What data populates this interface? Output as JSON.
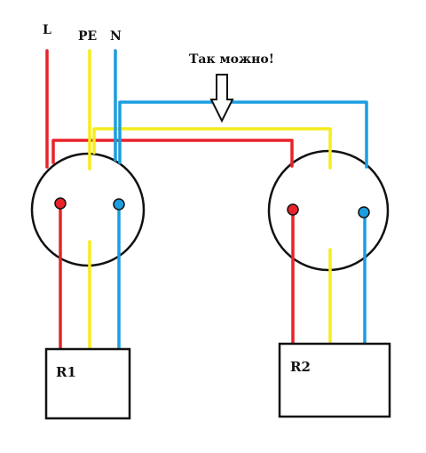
{
  "labels": {
    "line": "L",
    "protective_earth": "PE",
    "neutral": "N",
    "note": "Так можно!",
    "load_1": "R1",
    "load_2": "R2"
  },
  "colors": {
    "line": "#e8232a",
    "protective_earth": "#f5ec1b",
    "neutral": "#1a9ee0",
    "outline": "#111111"
  },
  "icons": {
    "note_arrow": "down-arrow-icon"
  }
}
